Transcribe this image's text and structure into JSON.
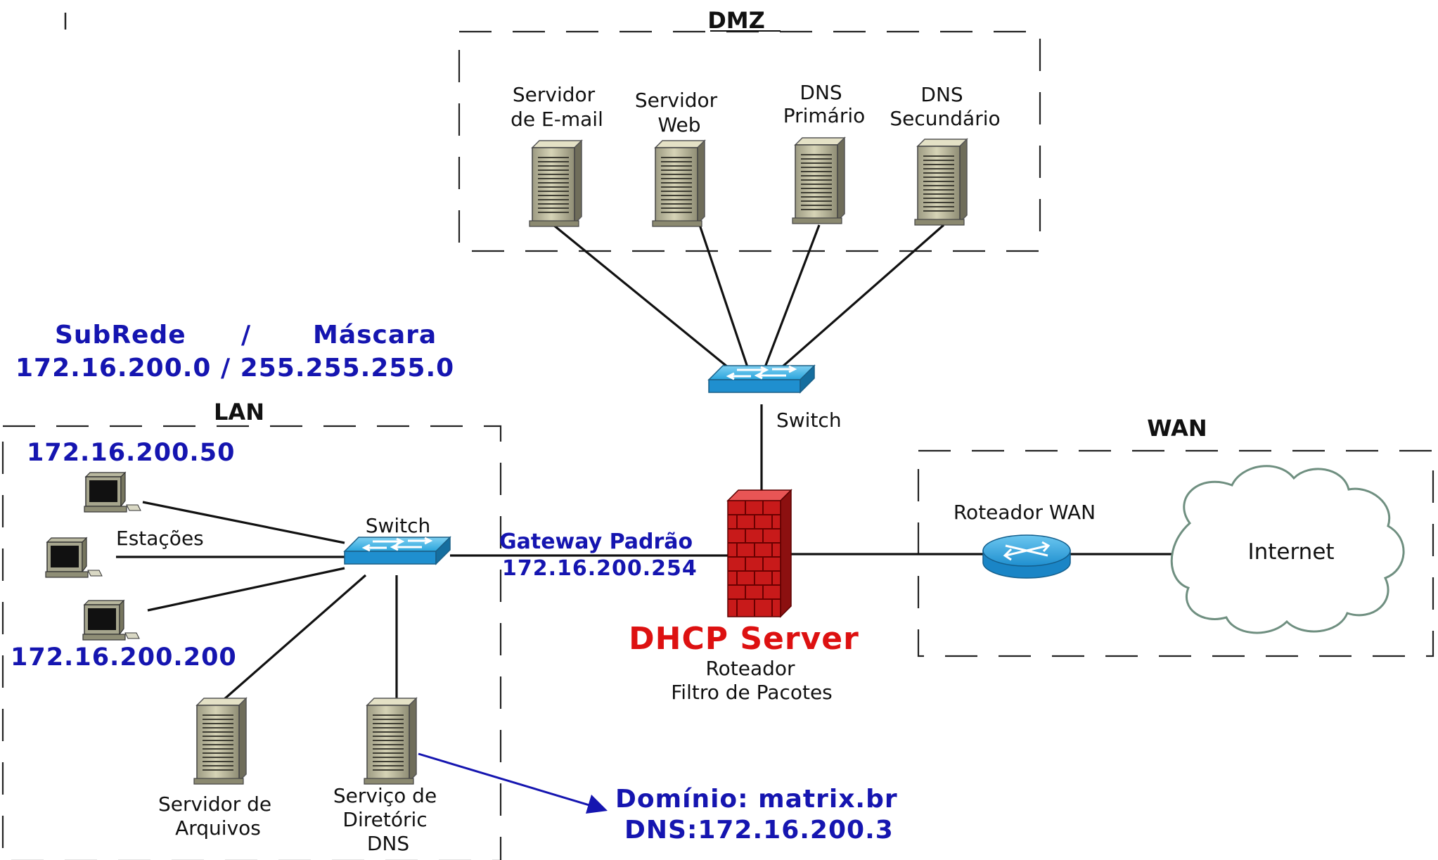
{
  "zones": {
    "dmz": "DMZ",
    "lan": "LAN",
    "wan": "WAN"
  },
  "dmz_servers": {
    "email": [
      "Servidor",
      "de E-mail"
    ],
    "web": [
      "Servidor",
      "Web"
    ],
    "dns1": [
      "DNS",
      "Primário"
    ],
    "dns2": [
      "DNS",
      "Secundário"
    ]
  },
  "switch_top_label": "Switch",
  "switch_lan_label": "Switch",
  "subnet": {
    "line1": [
      "SubRede",
      "/",
      "Máscara"
    ],
    "line2": "172.16.200.0 / 255.255.255.0"
  },
  "lan": {
    "ip_first": "172.16.200.50",
    "ip_last": "172.16.200.200",
    "stations_label": "Estações",
    "file_server": [
      "Servidor de",
      "Arquivos"
    ],
    "directory_service": [
      "Serviço de",
      "Diretóric",
      "DNS"
    ]
  },
  "gateway": {
    "label": "Gateway Padrão",
    "ip": "172.16.200.254"
  },
  "firewall": {
    "title": "DHCP Server",
    "line1": "Roteador",
    "line2": "Filtro de Pacotes"
  },
  "wan": {
    "router_label": "Roteador WAN",
    "cloud_label": "Internet"
  },
  "domain_note": {
    "line1": "Domínio: matrix.br",
    "line2": "DNS:172.16.200.3"
  },
  "colors": {
    "annotation_blue": "#1515b0",
    "dhcp_red": "#dd1111",
    "switch_blue": "#2aa4dc",
    "firewall_red": "#c81a1a",
    "server_beige": "#c9c6a6"
  }
}
